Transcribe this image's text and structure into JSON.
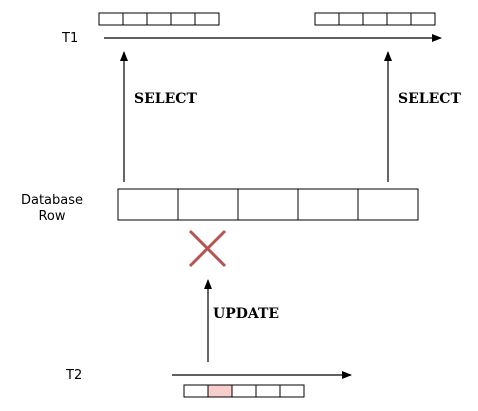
{
  "transactions": {
    "t1": {
      "label": "T1"
    },
    "t2": {
      "label": "T2"
    }
  },
  "database_row": {
    "label_line1": "Database",
    "label_line2": "Row",
    "cell_count": 5
  },
  "operations": {
    "select_left": "SELECT",
    "select_right": "SELECT",
    "update": "UPDATE"
  },
  "snapshots": {
    "t1_left": {
      "cell_count": 5
    },
    "t1_right": {
      "cell_count": 5
    },
    "t2": {
      "cell_count": 5,
      "highlighted_cell": 1
    }
  },
  "colors": {
    "blocked_cross": "#b85450",
    "highlight_fill": "#f8cecc",
    "line": "#000000"
  }
}
